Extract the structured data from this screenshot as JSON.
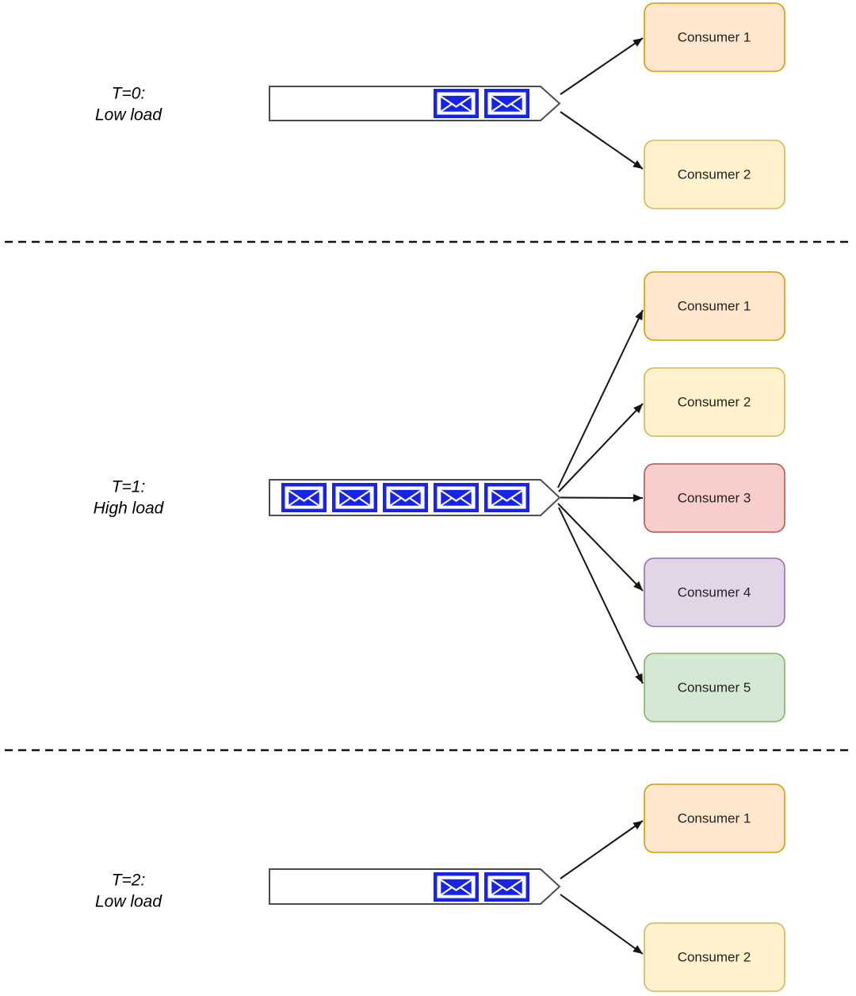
{
  "styles": {
    "background": "#ffffff",
    "queue_fill": "#ffffff",
    "queue_stroke": "#4d4d4d",
    "arrow_color": "#141414",
    "separator_color": "#141414",
    "message_blue": "#1523eb",
    "label_color": "#000000",
    "consumer_text_color": "#222222"
  },
  "sections": [
    {
      "time_label": "T=0:",
      "load_label": "Low load",
      "queue_message_count": 2,
      "consumers": [
        {
          "label": "Consumer 1",
          "fill": "#FFE6CC",
          "stroke": "#D79B00"
        },
        {
          "label": "Consumer 2",
          "fill": "#FFF2CC",
          "stroke": "#D6B656"
        }
      ]
    },
    {
      "time_label": "T=1:",
      "load_label": "High load",
      "queue_message_count": 5,
      "consumers": [
        {
          "label": "Consumer 1",
          "fill": "#FFE6CC",
          "stroke": "#D79B00"
        },
        {
          "label": "Consumer 2",
          "fill": "#FFF2CC",
          "stroke": "#D6B656"
        },
        {
          "label": "Consumer 3",
          "fill": "#F8CECC",
          "stroke": "#B85450"
        },
        {
          "label": "Consumer 4",
          "fill": "#E1D5E7",
          "stroke": "#9673A6"
        },
        {
          "label": "Consumer 5",
          "fill": "#D5E8D4",
          "stroke": "#82B366"
        }
      ]
    },
    {
      "time_label": "T=2:",
      "load_label": "Low load",
      "queue_message_count": 2,
      "consumers": [
        {
          "label": "Consumer 1",
          "fill": "#FFE6CC",
          "stroke": "#D79B00"
        },
        {
          "label": "Consumer 2",
          "fill": "#FFF2CC",
          "stroke": "#D6B656"
        }
      ]
    }
  ]
}
